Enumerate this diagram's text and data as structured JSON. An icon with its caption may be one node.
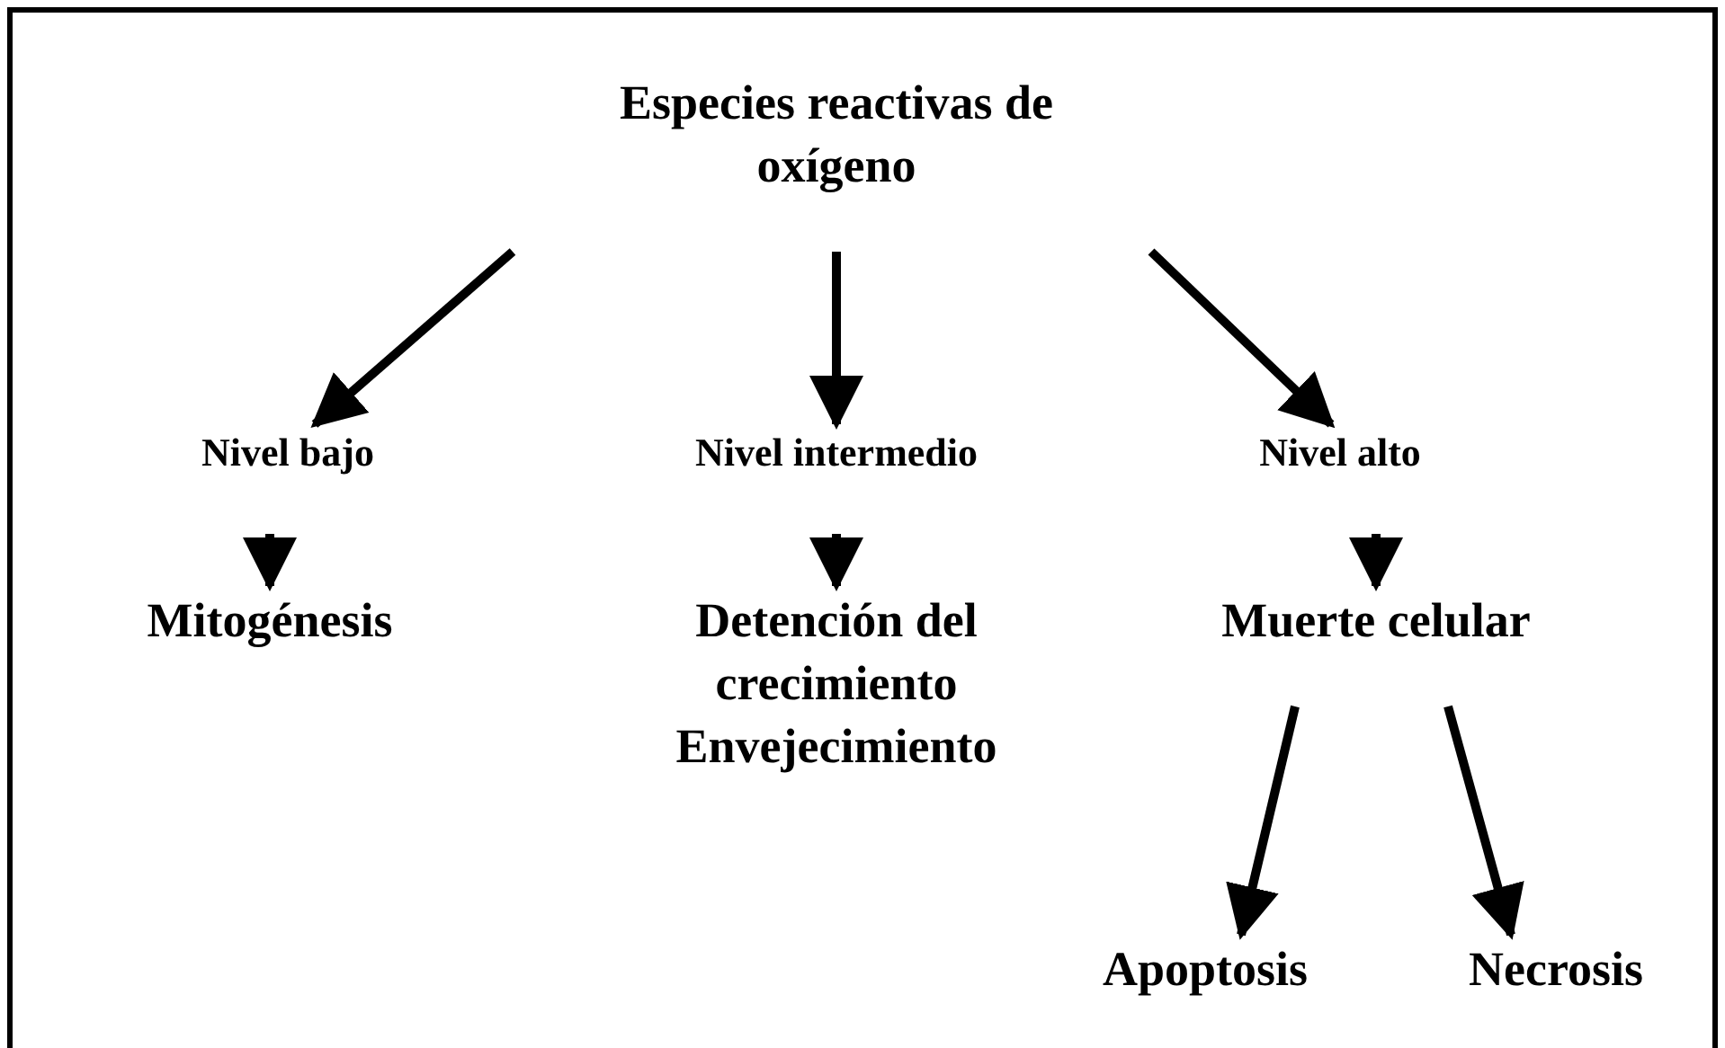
{
  "diagram": {
    "nodes": [
      {
        "text": [
          "Especies reactivas de oxígeno"
        ]
      },
      {
        "text": [
          "Nivel bajo"
        ]
      },
      {
        "text": [
          "Nivel intermedio"
        ]
      },
      {
        "text": [
          "Nivel alto"
        ]
      },
      {
        "text": [
          "Mitogénesis"
        ]
      },
      {
        "text": [
          "Detención del crecimiento",
          "Envejecimiento"
        ]
      },
      {
        "text": [
          "Muerte celular"
        ]
      },
      {
        "text": [
          "Apoptosis"
        ]
      },
      {
        "text": [
          "Necrosis"
        ]
      }
    ],
    "edges": [
      {
        "from": 0,
        "to": 1,
        "arrow": "to"
      },
      {
        "from": 0,
        "to": 2,
        "arrow": "to"
      },
      {
        "from": 0,
        "to": 3,
        "arrow": "to"
      },
      {
        "from": 1,
        "to": 4,
        "arrow": "to"
      },
      {
        "from": 2,
        "to": 5,
        "arrow": "to"
      },
      {
        "from": 3,
        "to": 6,
        "arrow": "to"
      },
      {
        "from": 6,
        "to": 7,
        "arrow": "to"
      },
      {
        "from": 6,
        "to": 8,
        "arrow": "to"
      }
    ]
  }
}
